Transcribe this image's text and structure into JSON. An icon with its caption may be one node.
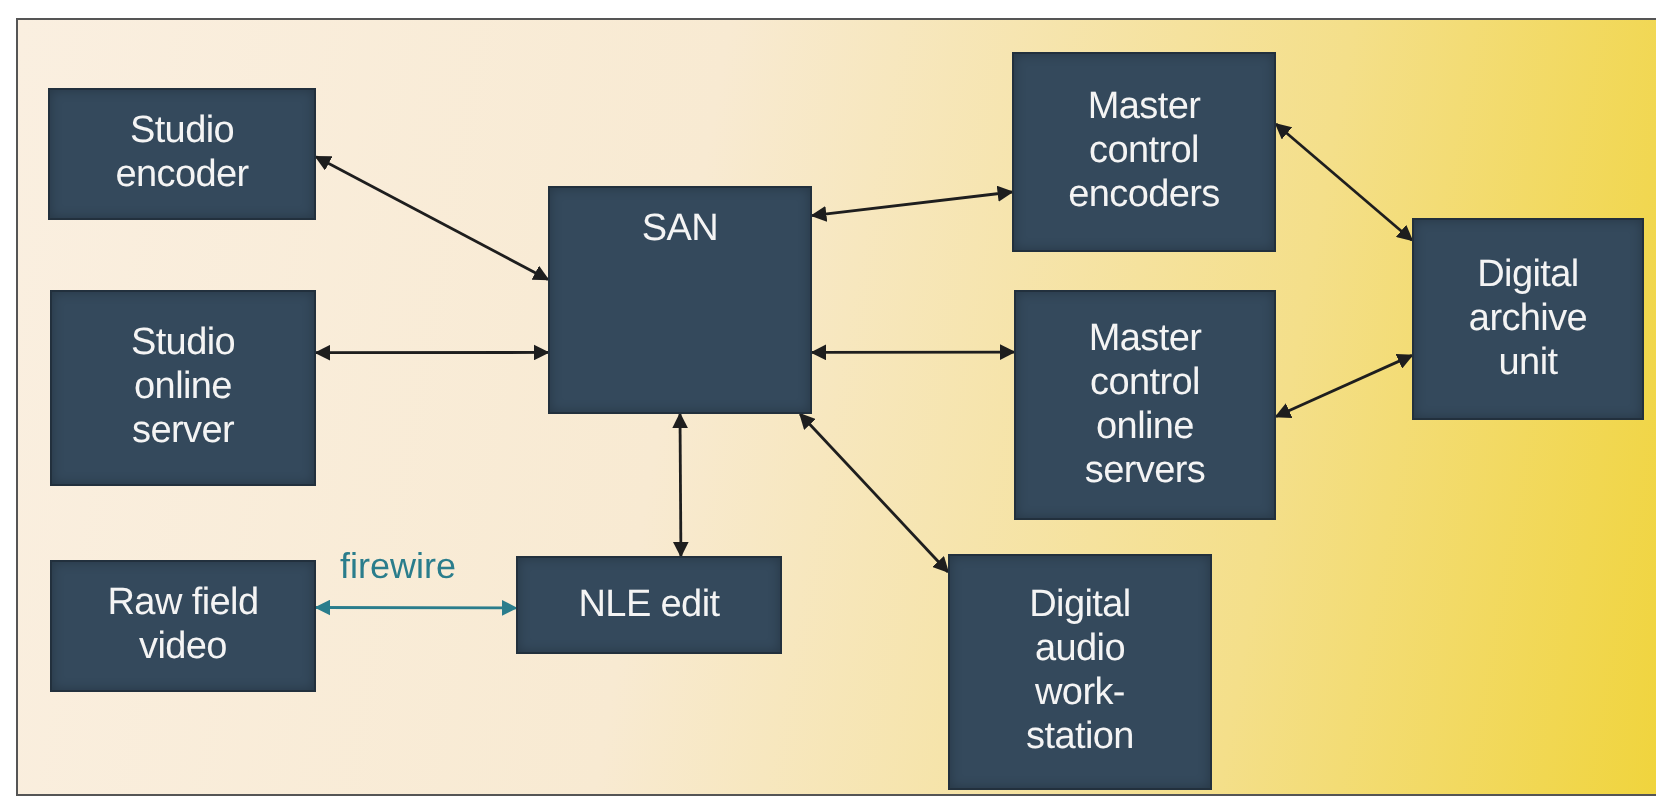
{
  "diagram": {
    "nodes": [
      {
        "text": [
          "Studio encoder"
        ]
      },
      {
        "text": [
          "Master control encoders"
        ]
      },
      {
        "text": [
          "SAN"
        ]
      },
      {
        "text": [
          "Studio online server"
        ]
      },
      {
        "text": [
          "Master control online servers"
        ]
      },
      {
        "text": [
          "Digital archive unit"
        ]
      },
      {
        "text": [
          "Raw field video"
        ]
      },
      {
        "text": [
          "NLE edit"
        ]
      },
      {
        "text": [
          "Digital audio work-station"
        ]
      }
    ],
    "edges": [
      {
        "from": 0,
        "to": 2,
        "arrow": "both"
      },
      {
        "from": 3,
        "to": 2,
        "arrow": "both"
      },
      {
        "from": 6,
        "to": 7,
        "arrow": "both",
        "label": "firewire",
        "color": "#2a7d8c"
      },
      {
        "from": 2,
        "to": 7,
        "arrow": "both"
      },
      {
        "from": 2,
        "to": 1,
        "arrow": "both"
      },
      {
        "from": 2,
        "to": 4,
        "arrow": "both"
      },
      {
        "from": 2,
        "to": 8,
        "arrow": "both"
      },
      {
        "from": 1,
        "to": 5,
        "arrow": "both"
      },
      {
        "from": 4,
        "to": 5,
        "arrow": "both"
      }
    ]
  }
}
